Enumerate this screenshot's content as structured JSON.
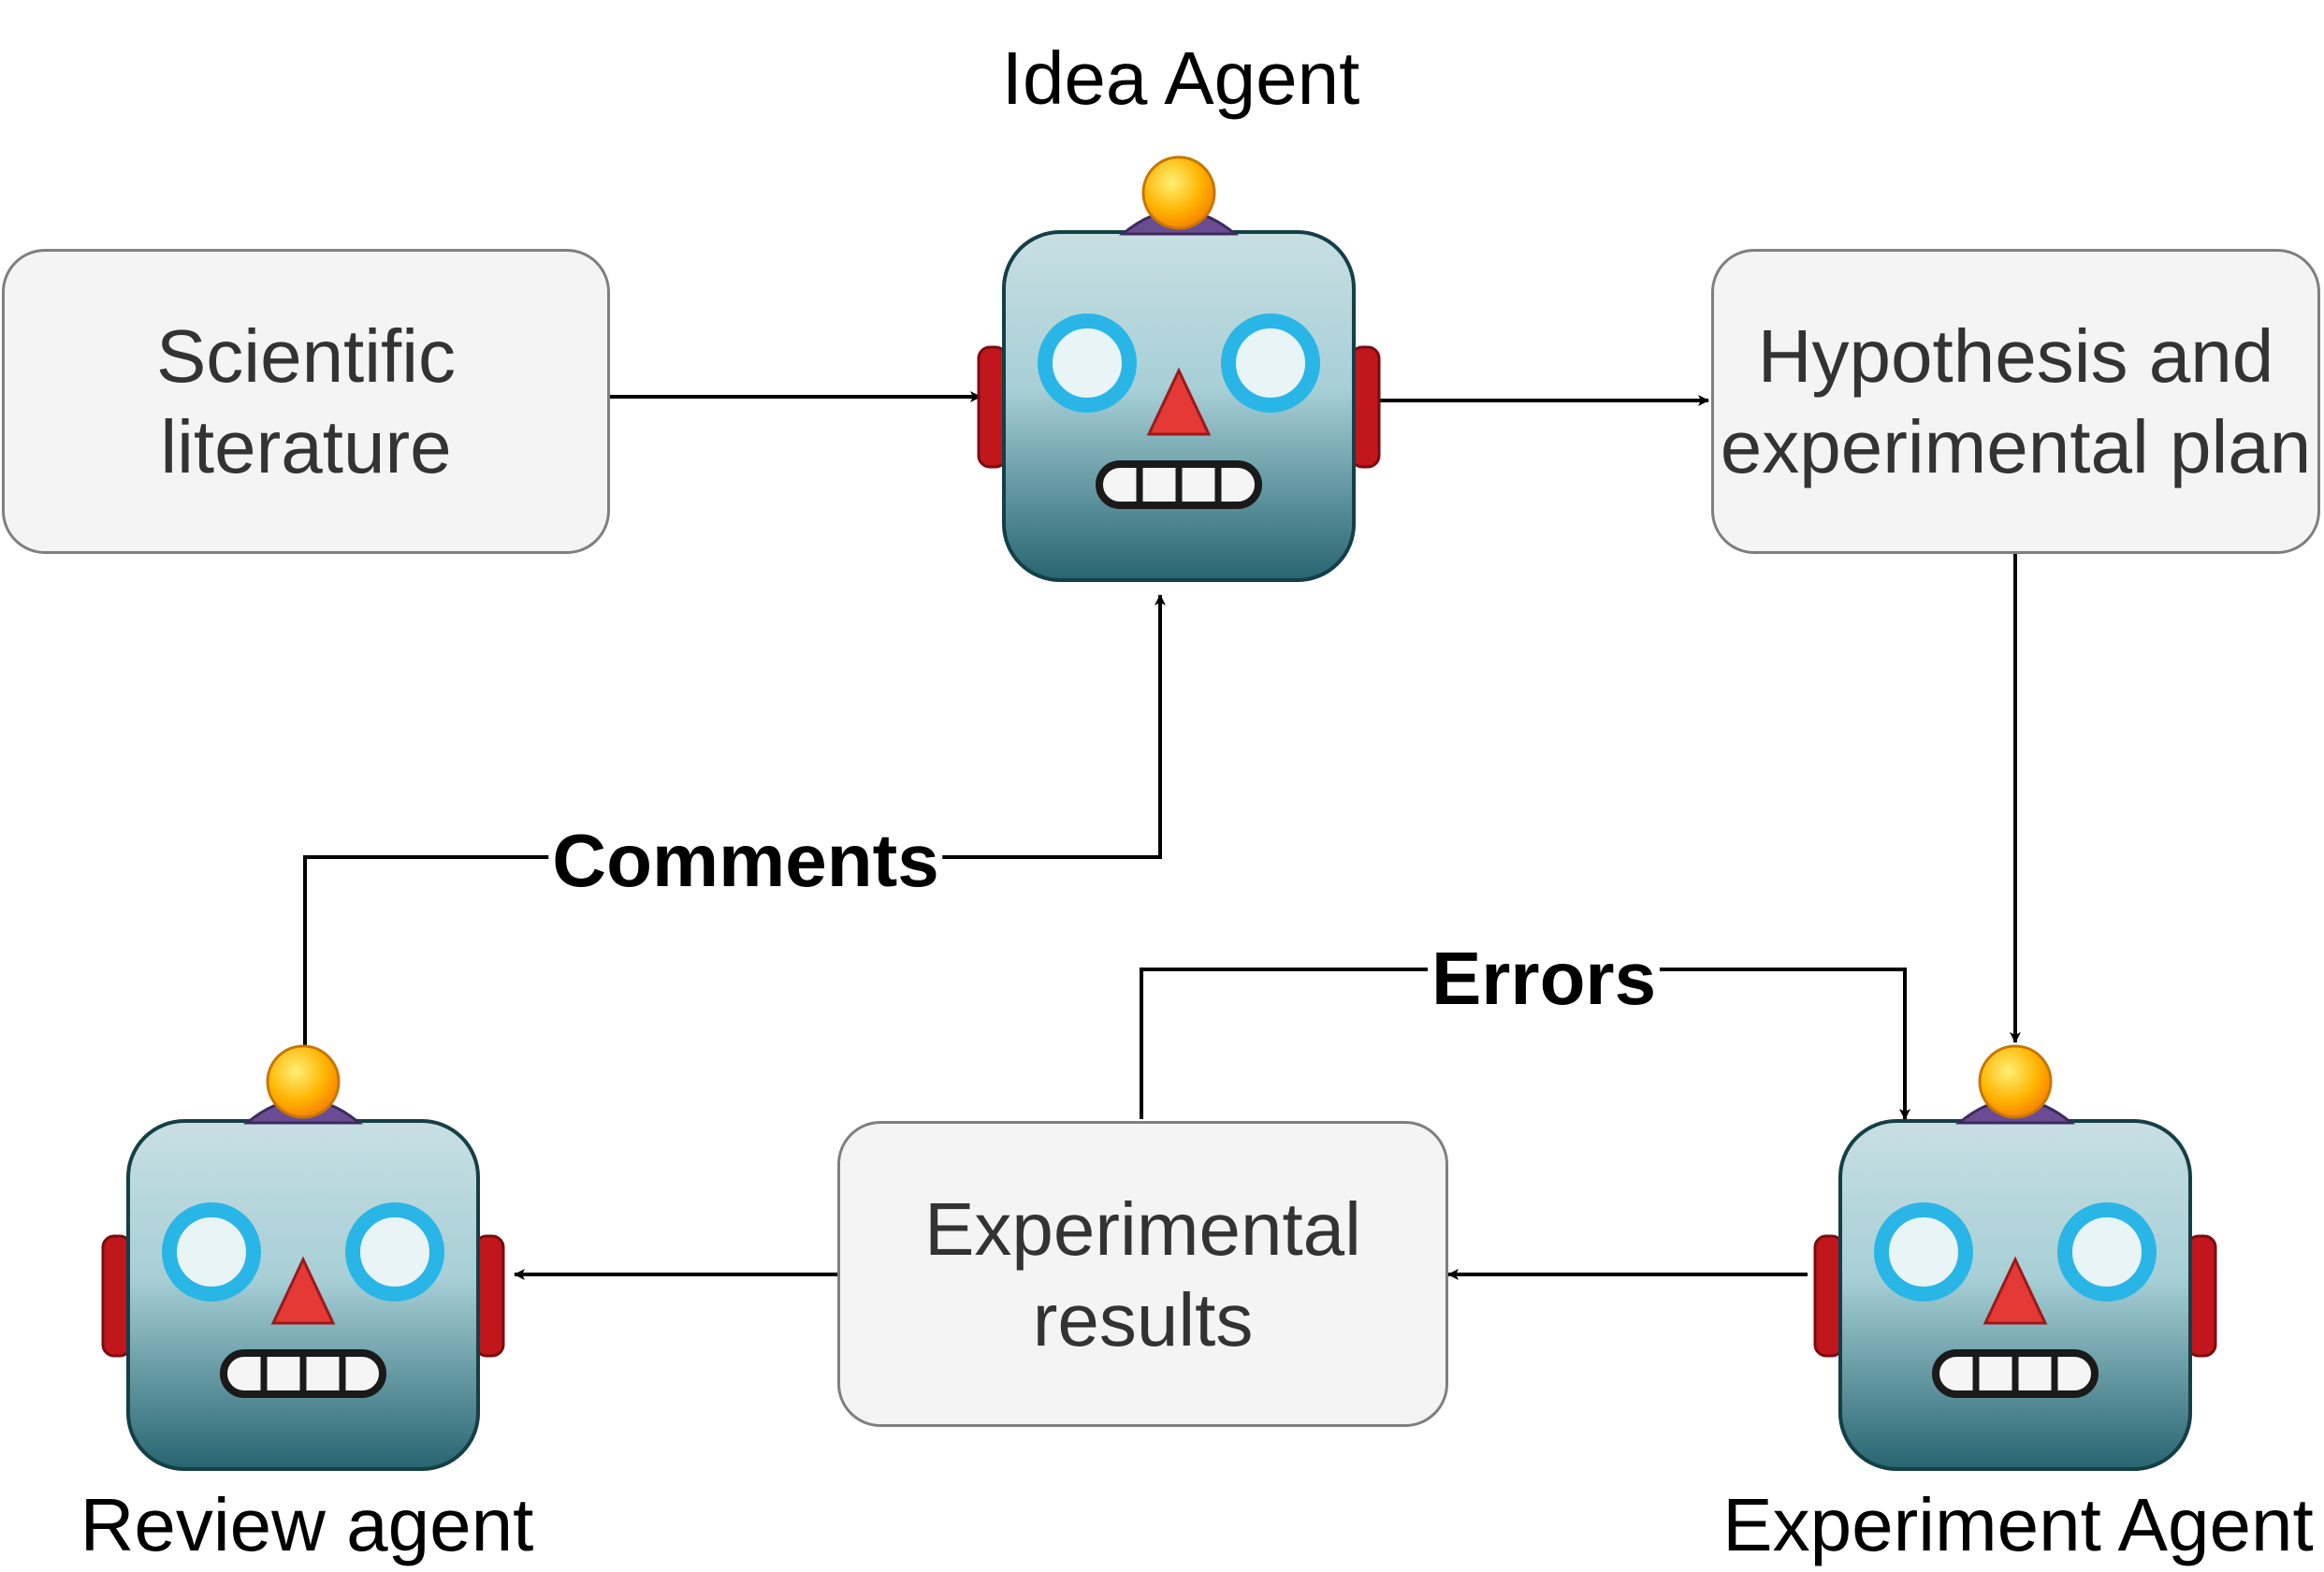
{
  "nodes": {
    "idea_agent": {
      "label": "Idea Agent",
      "icon": "robot-icon"
    },
    "review_agent": {
      "label": "Review agent",
      "icon": "robot-icon"
    },
    "experiment_agent": {
      "label": "Experiment Agent",
      "icon": "robot-icon"
    },
    "scientific_literature": {
      "line1": "Scientific",
      "line2": "literature"
    },
    "hypothesis_plan": {
      "line1": "Hypothesis and",
      "line2": "experimental plan"
    },
    "experimental_results": {
      "line1": "Experimental",
      "line2": "results"
    }
  },
  "edges": {
    "comments": "Comments",
    "errors": "Errors"
  },
  "colors": {
    "box_fill": "#f4f4f4",
    "box_border": "#7f7f7f",
    "arrow": "#000000",
    "robot_teal": "#2e6f7a",
    "robot_antenna": "#ffb300",
    "robot_ear": "#c0161c",
    "robot_eye": "#29b6e6",
    "robot_nose": "#e53935"
  }
}
